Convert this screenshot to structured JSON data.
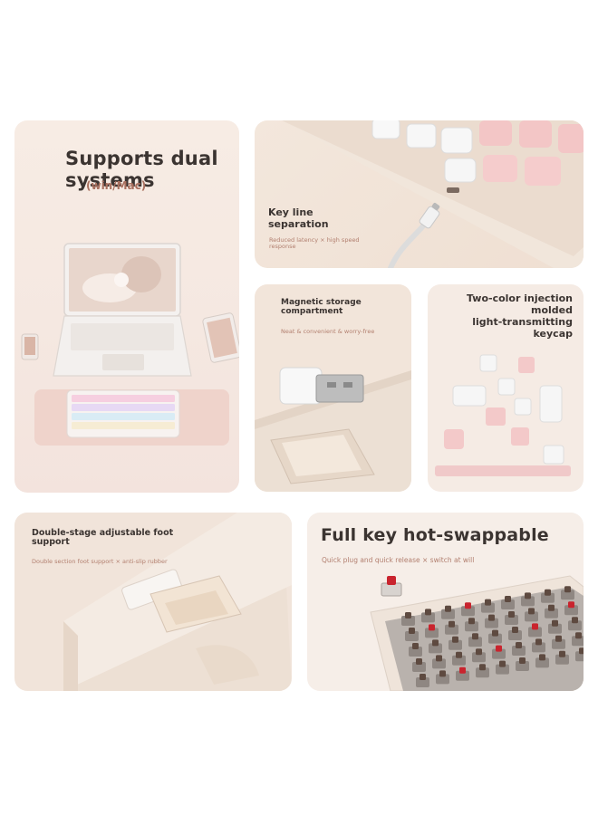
{
  "panel_dual": {
    "title": "Supports dual systems",
    "subtitle": "(win/Mac)"
  },
  "panel_keyline": {
    "title_line1": "Key line",
    "title_line2": "separation",
    "desc_line1": "Reduced latency × high speed",
    "desc_line2": "response"
  },
  "panel_magnetic": {
    "title_line1": "Magnetic storage",
    "title_line2": "compartment",
    "desc": "Neat & convenient & worry-free"
  },
  "panel_keycap": {
    "title_line1": "Two-color injection",
    "title_line2": "molded",
    "title_line3": "light-transmitting",
    "title_line4": "keycap"
  },
  "panel_foot": {
    "title_line1": "Double-stage adjustable foot",
    "title_line2": "support",
    "desc": "Double section foot support × anti-slip rubber"
  },
  "panel_hotswap": {
    "title": "Full key hot-swappable",
    "desc": "Quick plug and quick release × switch at will"
  },
  "colors": {
    "accent_text": "#b27f6f",
    "heading_text": "#3b3431",
    "pink_keycap": "#f2c9c9",
    "cream_case": "#efe2d6"
  }
}
